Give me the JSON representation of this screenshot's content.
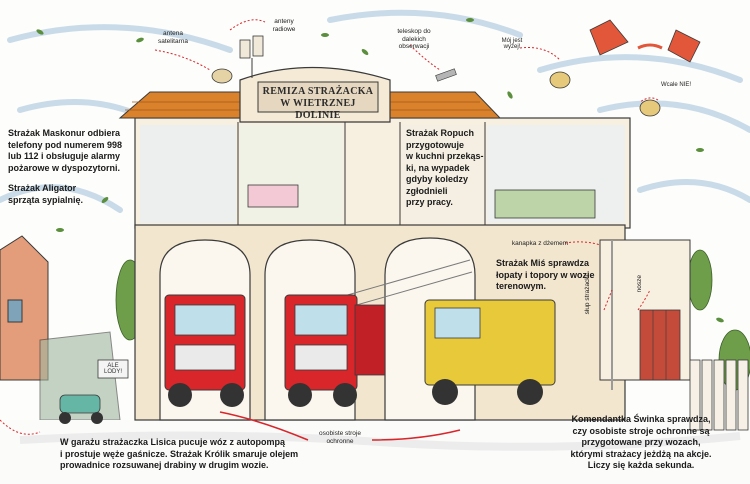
{
  "sign": {
    "line1": "REMIZA STRAŻACKA",
    "line2": "W WIETRZNEJ DOLINIE"
  },
  "labels": {
    "antenna_radio": "anteny radiowe",
    "antenna_satellite": "antena satelitarna",
    "telescope": "teleskop do dalekich obserwacji",
    "sandwich": "kanapka z dżemem",
    "fire_pole": "słup strażacki",
    "stretcher": "nosze",
    "protective_gear": "osobiste stroje ochronne",
    "gate_sign": "ALE LODY!"
  },
  "speech": {
    "my_kite": "Mój jest wyżej!",
    "not_mine": "Wcale NIE!"
  },
  "captions": {
    "phone_1": "Strażak Maskonur odbiera",
    "phone_2": "telefony pod numerem 998",
    "phone_3": "lub 112 i obsługuje alarmy",
    "phone_4": "pożarowe w dyspozytorni.",
    "alligator_1": "Strażak Aligator",
    "alligator_2": "sprząta sypialnię.",
    "toad_1": "Strażak Ropuch",
    "toad_2": "przygotowuje",
    "toad_3": "w kuchni przekąs-",
    "toad_4": "ki, na wypadek",
    "toad_5": "gdyby koledzy",
    "toad_6": "zgłodnieli",
    "toad_7": "przy pracy.",
    "bear_1": "Strażak Miś sprawdza",
    "bear_2": "łopaty i topory w wozie",
    "bear_3": "terenowym.",
    "fox_1": "W garażu strażaczka Lisica pucuje wóz z autopompą",
    "fox_2": "i prostuje węże gaśnicze. Strażak Królik smaruje olejem",
    "fox_3": "prowadnice rozsuwanej drabiny w drugim wozie.",
    "pig_1": "Komendantka Świnka sprawdza,",
    "pig_2": "czy osobiste stroje ochronne są",
    "pig_3": "przygotowane przy wozach,",
    "pig_4": "którymi strażacy jeżdżą na akcje.",
    "pig_5": "Liczy się każda sekunda."
  },
  "colors": {
    "roof": "#d9822b",
    "wall": "#f2e6cf",
    "truck_red": "#d8262b",
    "truck_yellow": "#e8c93a",
    "outline": "#3a3a3a",
    "leaves": "#5b8f3e"
  }
}
